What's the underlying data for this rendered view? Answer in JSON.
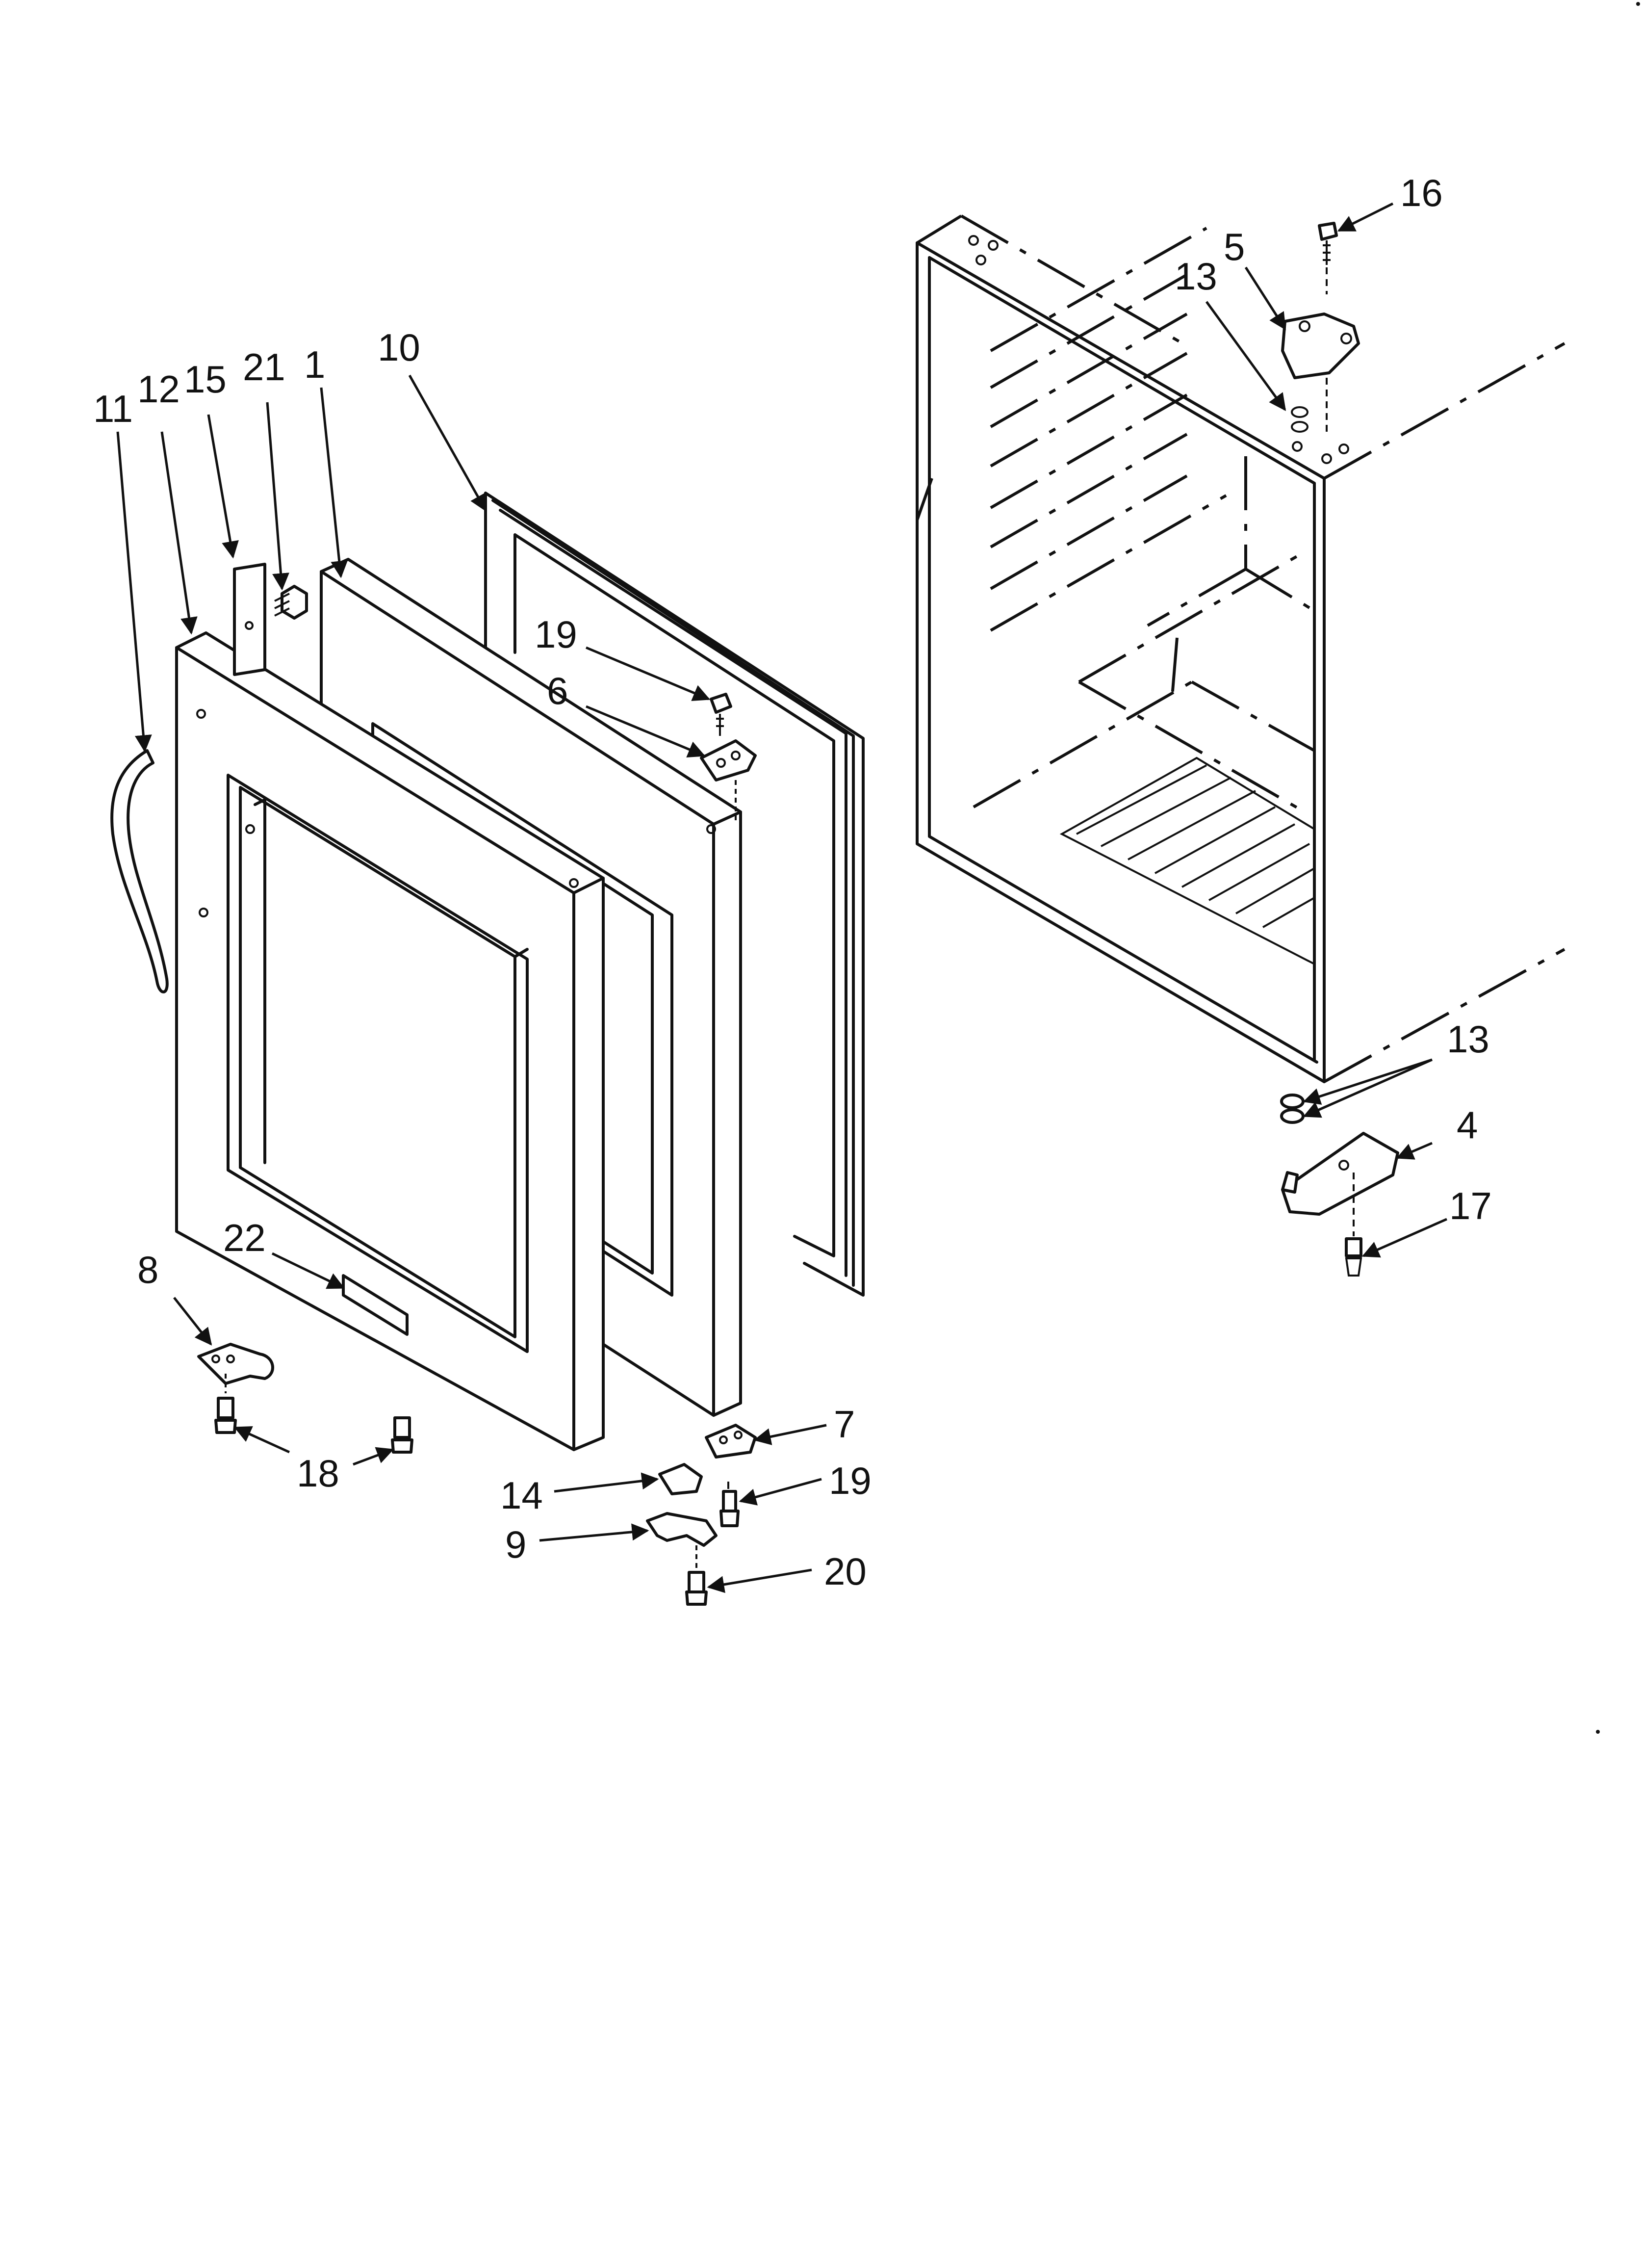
{
  "diagram": {
    "callouts": [
      {
        "id": "c11",
        "text": "11"
      },
      {
        "id": "c12",
        "text": "12"
      },
      {
        "id": "c15",
        "text": "15"
      },
      {
        "id": "c21",
        "text": "21"
      },
      {
        "id": "c1",
        "text": "1"
      },
      {
        "id": "c10",
        "text": "10"
      },
      {
        "id": "c19a",
        "text": "19"
      },
      {
        "id": "c6",
        "text": "6"
      },
      {
        "id": "c22",
        "text": "22"
      },
      {
        "id": "c8",
        "text": "8"
      },
      {
        "id": "c18",
        "text": "18"
      },
      {
        "id": "c14",
        "text": "14"
      },
      {
        "id": "c9",
        "text": "9"
      },
      {
        "id": "c7",
        "text": "7"
      },
      {
        "id": "c19b",
        "text": "19"
      },
      {
        "id": "c20",
        "text": "20"
      },
      {
        "id": "c16",
        "text": "16"
      },
      {
        "id": "c5",
        "text": "5"
      },
      {
        "id": "c13a",
        "text": "13"
      },
      {
        "id": "c13b",
        "text": "13"
      },
      {
        "id": "c4",
        "text": "4"
      },
      {
        "id": "c17",
        "text": "17"
      }
    ]
  }
}
